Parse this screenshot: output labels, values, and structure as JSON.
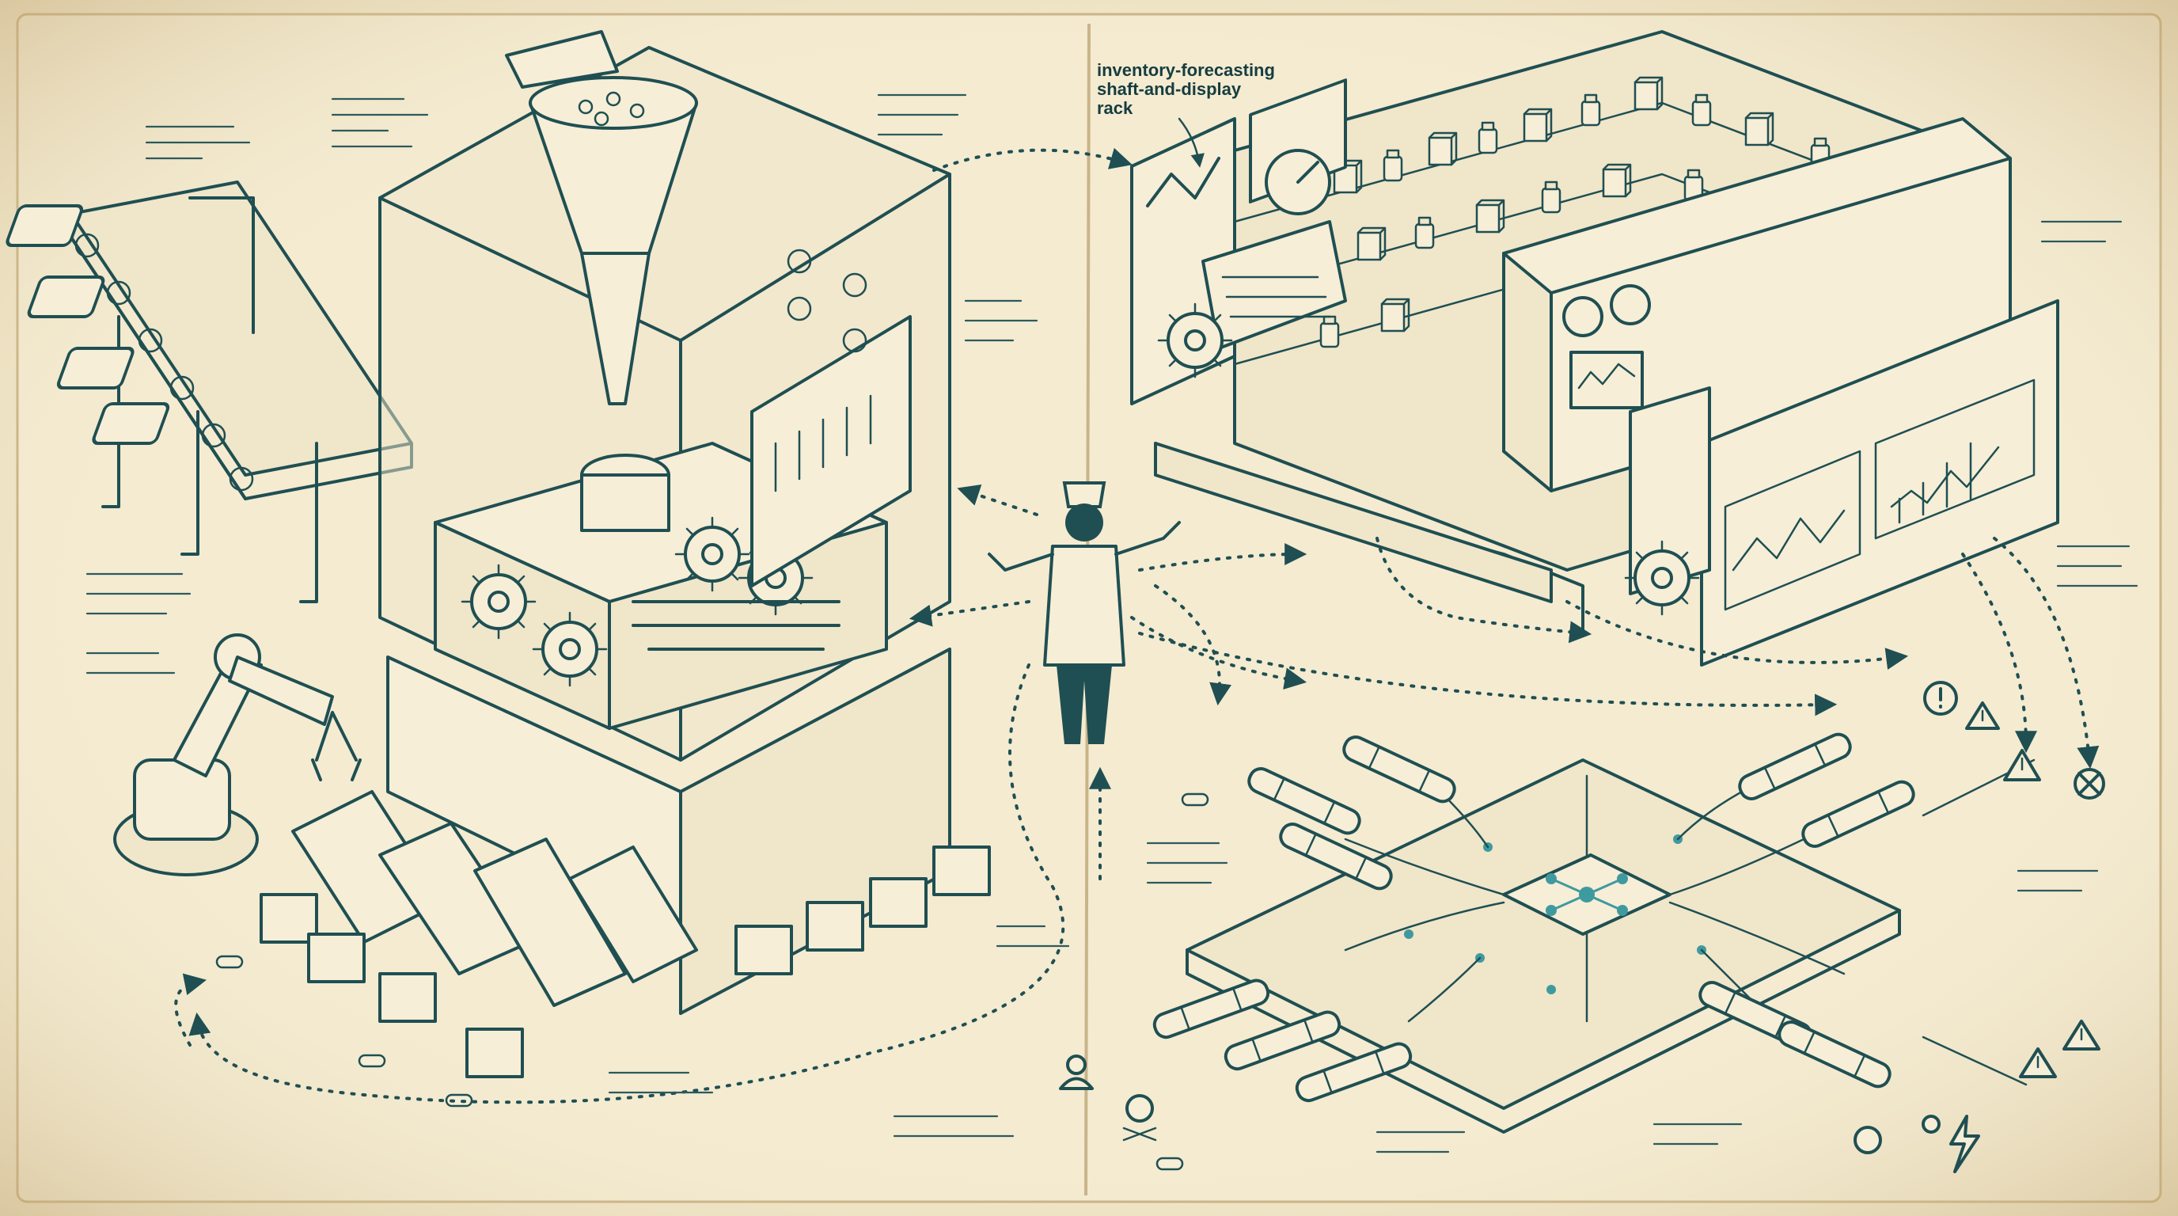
{
  "callouts": {
    "rack_line1": "inventory-forecasting",
    "rack_line2": "shaft-and-display",
    "rack_line3": "rack"
  },
  "palette": {
    "paper": "#efe4c6",
    "ink": "#1f4f52",
    "accent_teal": "#3f9aa0"
  },
  "icons": [
    "skull-icon",
    "warning-icon",
    "alert-circle-icon",
    "no-entry-icon",
    "lightning-icon",
    "person-icon"
  ]
}
